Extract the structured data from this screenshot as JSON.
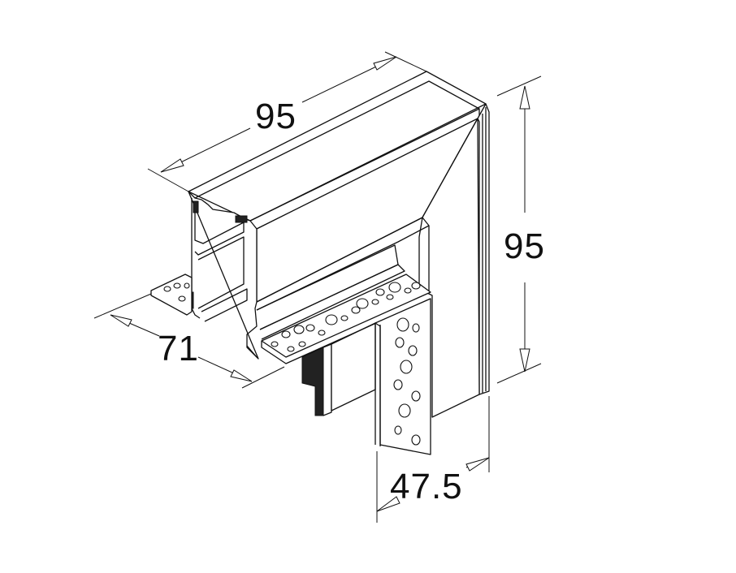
{
  "dimensions": {
    "top_length": "95",
    "height": "95",
    "depth": "71",
    "width": "47.5"
  }
}
